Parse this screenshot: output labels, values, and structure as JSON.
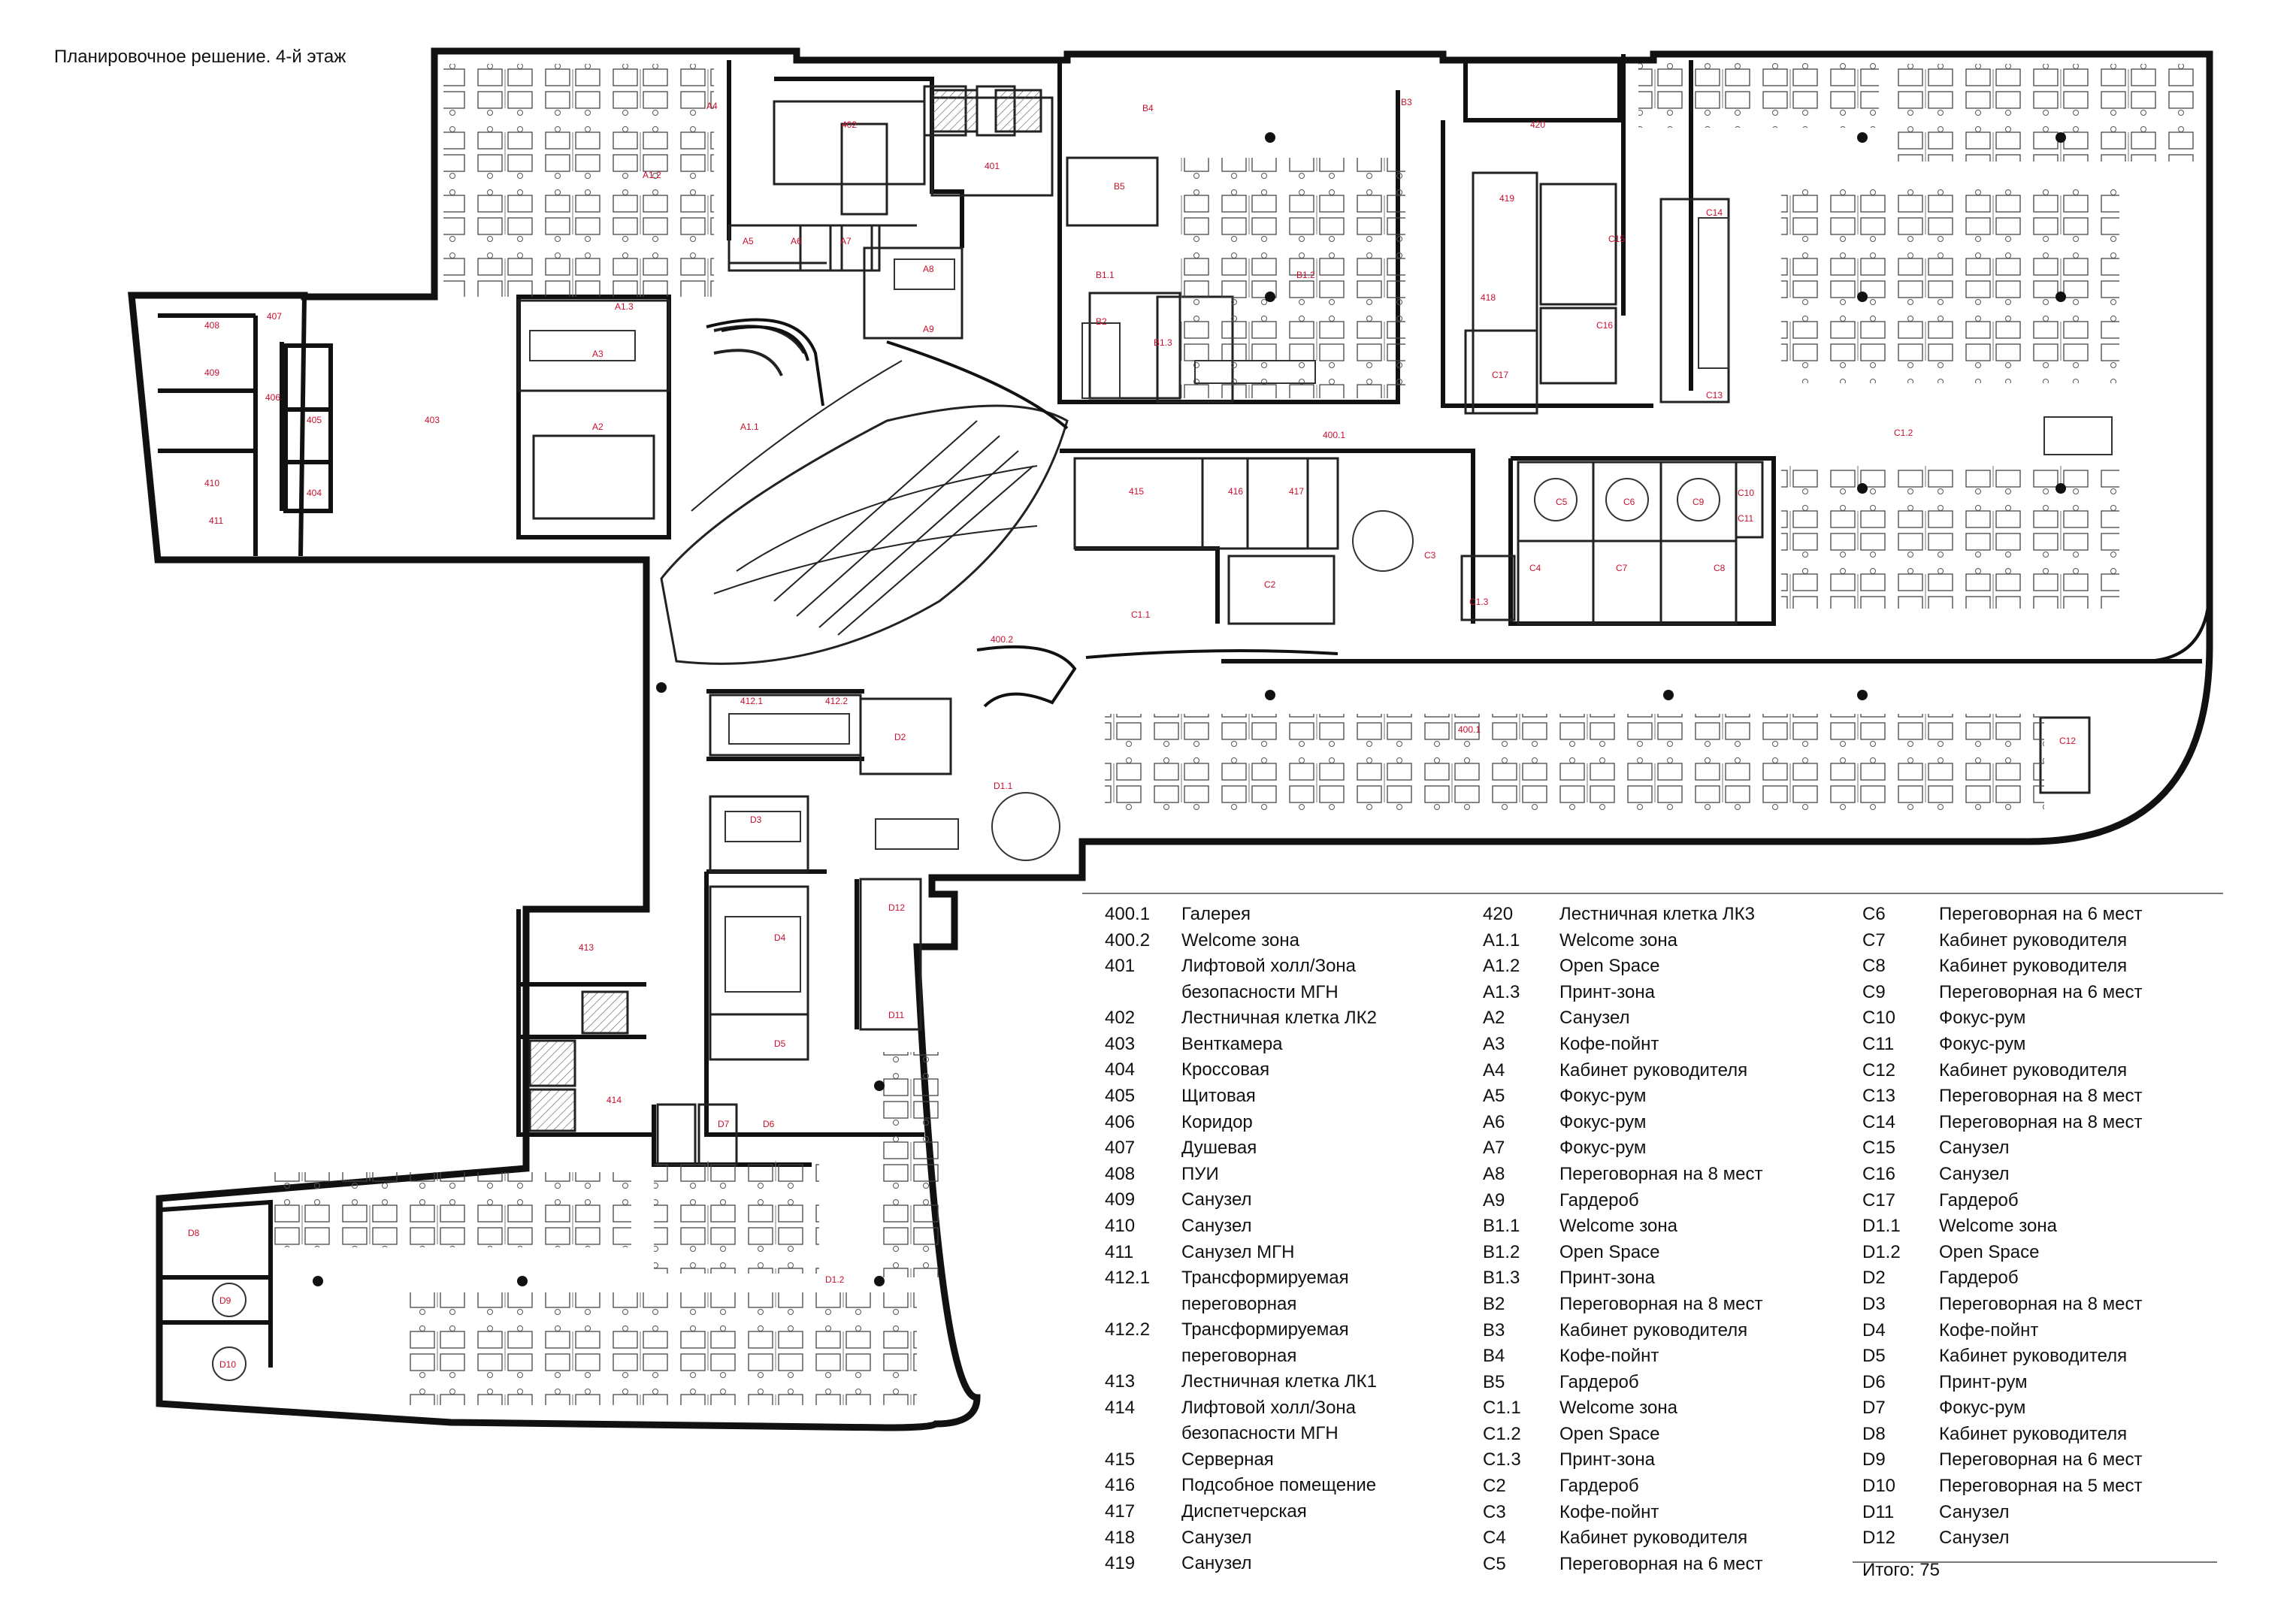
{
  "title": "Планировочное решение. 4-й этаж",
  "room_labels": [
    "A1.2",
    "A4",
    "402",
    "401",
    "B4",
    "B3",
    "420",
    "A5",
    "A6",
    "A7",
    "A8",
    "A9",
    "A1.3",
    "A3",
    "A2",
    "B5",
    "B1.1",
    "B1.2",
    "B1.3",
    "B2",
    "A1.1",
    "403",
    "405",
    "404",
    "406",
    "408",
    "407",
    "409",
    "410",
    "411",
    "400.1",
    "415",
    "416",
    "417",
    "C2",
    "C3",
    "C1.3",
    "C1.1",
    "C5",
    "C6",
    "C9",
    "C10",
    "C11",
    "C4",
    "C7",
    "C8",
    "C14",
    "C15",
    "C16",
    "C13",
    "C17",
    "419",
    "418",
    "C1.2",
    "400.2",
    "412.1",
    "412.2",
    "D2",
    "D1.1",
    "D3",
    "D4",
    "D12",
    "D11",
    "D5",
    "D7",
    "D6",
    "413",
    "414",
    "D8",
    "D9",
    "D10",
    "D1.2",
    "400.1",
    "C12"
  ],
  "legend": {
    "col1": [
      {
        "code": "400.1",
        "name": "Галерея"
      },
      {
        "code": "400.2",
        "name": "Welcome зона"
      },
      {
        "code": "401",
        "name": "Лифтовой холл/Зона безопасности МГН",
        "lines": [
          "Лифтовой холл/Зона",
          "безопасности МГН"
        ]
      },
      {
        "code": "402",
        "name": "Лестничная клетка ЛК2"
      },
      {
        "code": "403",
        "name": "Венткамера"
      },
      {
        "code": "404",
        "name": "Кроссовая"
      },
      {
        "code": "405",
        "name": "Щитовая"
      },
      {
        "code": "406",
        "name": "Коридор"
      },
      {
        "code": "407",
        "name": "Душевая"
      },
      {
        "code": "408",
        "name": "ПУИ"
      },
      {
        "code": "409",
        "name": "Санузел"
      },
      {
        "code": "410",
        "name": "Санузел"
      },
      {
        "code": "411",
        "name": "Санузел МГН"
      },
      {
        "code": "412.1",
        "name": "Трансформируемая переговорная",
        "lines": [
          "Трансформируемая",
          "переговорная"
        ]
      },
      {
        "code": "412.2",
        "name": "Трансформируемая переговорная",
        "lines": [
          "Трансформируемая",
          "переговорная"
        ]
      },
      {
        "code": "413",
        "name": "Лестничная клетка ЛК1"
      },
      {
        "code": "414",
        "name": "Лифтовой холл/Зона безопасности МГН",
        "lines": [
          "Лифтовой холл/Зона",
          "безопасности МГН"
        ]
      },
      {
        "code": "415",
        "name": "Серверная"
      },
      {
        "code": "416",
        "name": "Подсобное помещение"
      },
      {
        "code": "417",
        "name": "Диспетчерская"
      },
      {
        "code": "418",
        "name": "Санузел"
      },
      {
        "code": "419",
        "name": "Санузел"
      }
    ],
    "col2": [
      {
        "code": "420",
        "name": "Лестничная клетка ЛК3"
      },
      {
        "code": "A1.1",
        "name": "Welcome зона"
      },
      {
        "code": "A1.2",
        "name": "Open Space"
      },
      {
        "code": "A1.3",
        "name": "Принт-зона"
      },
      {
        "code": "A2",
        "name": "Санузел"
      },
      {
        "code": "A3",
        "name": "Кофе-пойнт"
      },
      {
        "code": "A4",
        "name": "Кабинет руководителя"
      },
      {
        "code": "A5",
        "name": "Фокус-рум"
      },
      {
        "code": "A6",
        "name": "Фокус-рум"
      },
      {
        "code": "A7",
        "name": "Фокус-рум"
      },
      {
        "code": "A8",
        "name": "Переговорная на 8 мест"
      },
      {
        "code": "A9",
        "name": "Гардероб"
      },
      {
        "code": "B1.1",
        "name": "Welcome зона"
      },
      {
        "code": "B1.2",
        "name": "Open Space"
      },
      {
        "code": "B1.3",
        "name": "Принт-зона"
      },
      {
        "code": "B2",
        "name": "Переговорная на 8 мест"
      },
      {
        "code": "B3",
        "name": "Кабинет руководителя"
      },
      {
        "code": "B4",
        "name": "Кофе-пойнт"
      },
      {
        "code": "B5",
        "name": "Гардероб"
      },
      {
        "code": "C1.1",
        "name": "Welcome зона"
      },
      {
        "code": "C1.2",
        "name": "Open Space"
      },
      {
        "code": "C1.3",
        "name": "Принт-зона"
      },
      {
        "code": "C2",
        "name": "Гардероб"
      },
      {
        "code": "C3",
        "name": "Кофе-пойнт"
      },
      {
        "code": "C4",
        "name": "Кабинет руководителя"
      },
      {
        "code": "C5",
        "name": "Переговорная на 6 мест"
      }
    ],
    "col3": [
      {
        "code": "C6",
        "name": "Переговорная на 6 мест"
      },
      {
        "code": "C7",
        "name": "Кабинет руководителя"
      },
      {
        "code": "C8",
        "name": "Кабинет руководителя"
      },
      {
        "code": "C9",
        "name": "Переговорная на 6 мест"
      },
      {
        "code": "C10",
        "name": "Фокус-рум"
      },
      {
        "code": "C11",
        "name": "Фокус-рум"
      },
      {
        "code": "C12",
        "name": "Кабинет руководителя"
      },
      {
        "code": "C13",
        "name": "Переговорная на 8 мест"
      },
      {
        "code": "C14",
        "name": "Переговорная на 8 мест"
      },
      {
        "code": "C15",
        "name": "Санузел"
      },
      {
        "code": "C16",
        "name": "Санузел"
      },
      {
        "code": "C17",
        "name": "Гардероб"
      },
      {
        "code": "D1.1",
        "name": "Welcome зона"
      },
      {
        "code": "D1.2",
        "name": "Open Space"
      },
      {
        "code": "D2",
        "name": "Гардероб"
      },
      {
        "code": "D3",
        "name": "Переговорная на 8 мест"
      },
      {
        "code": "D4",
        "name": "Кофе-пойнт"
      },
      {
        "code": "D5",
        "name": "Кабинет руководителя"
      },
      {
        "code": "D6",
        "name": "Принт-рум"
      },
      {
        "code": "D7",
        "name": "Фокус-рум"
      },
      {
        "code": "D8",
        "name": "Кабинет руководителя"
      },
      {
        "code": "D9",
        "name": "Переговорная на 6 мест"
      },
      {
        "code": "D10",
        "name": "Переговорная на 5 мест"
      },
      {
        "code": "D11",
        "name": "Санузел"
      },
      {
        "code": "D12",
        "name": "Санузел"
      }
    ]
  },
  "total": "Итого: 75"
}
